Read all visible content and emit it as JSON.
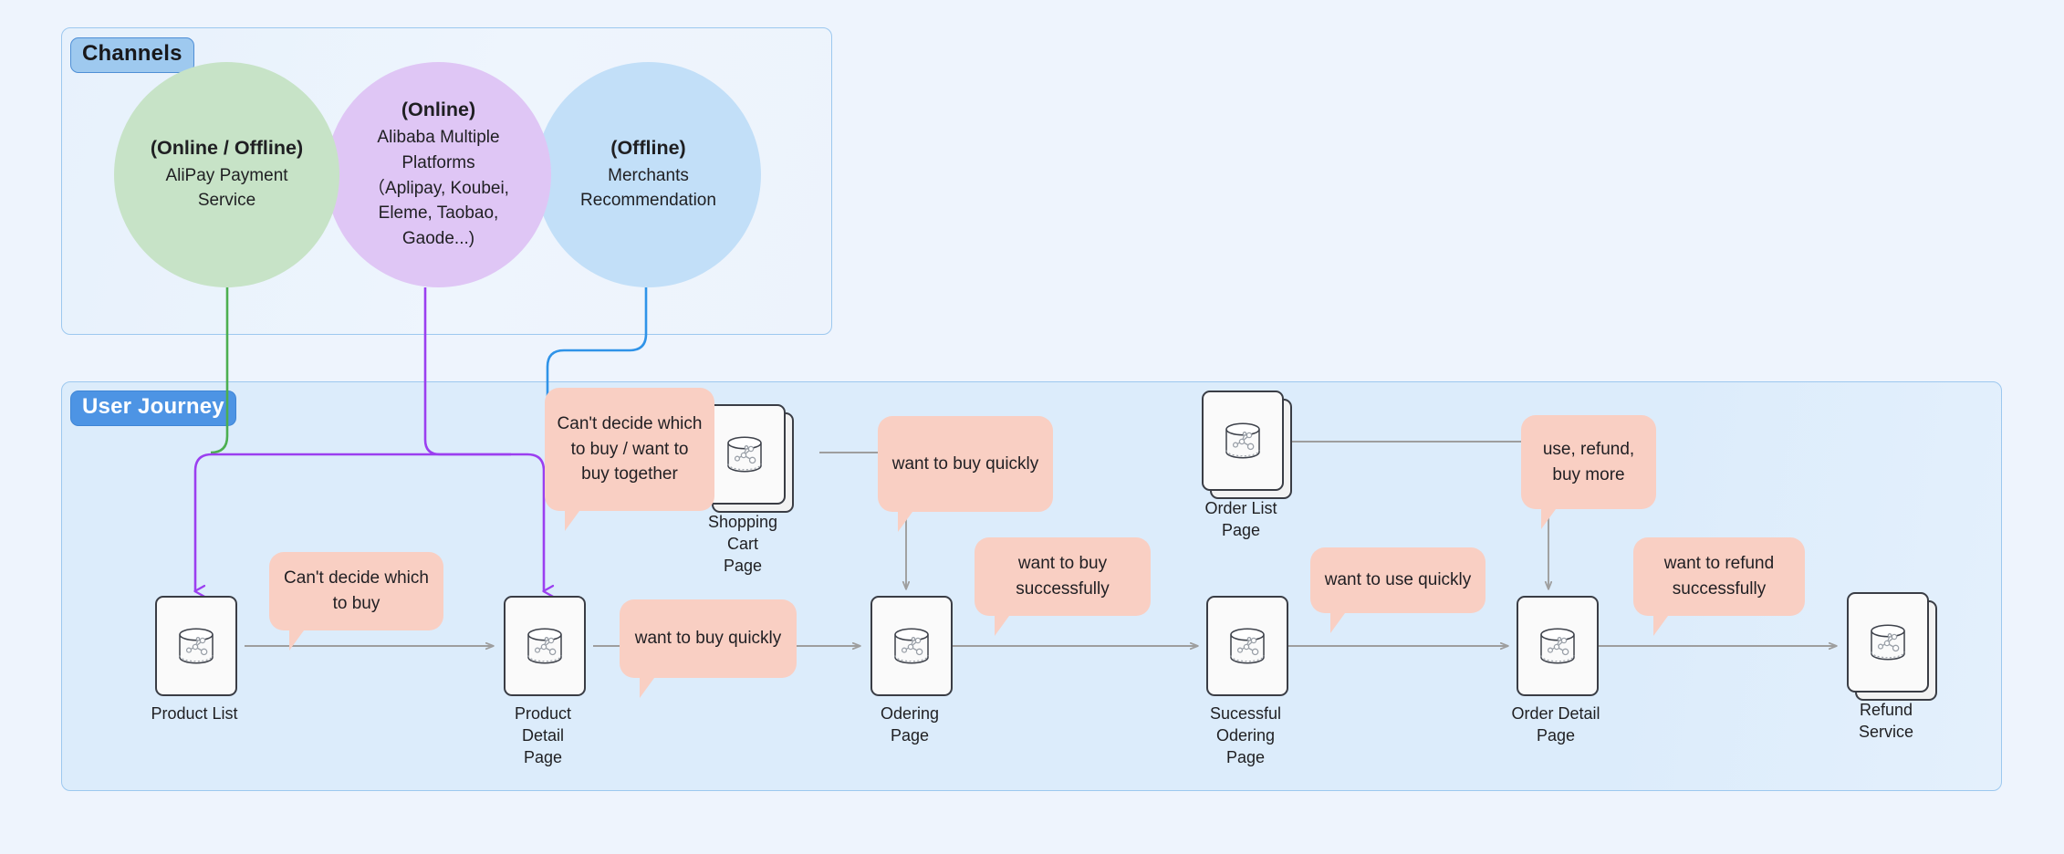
{
  "panels": {
    "channels": {
      "badge": "Channels"
    },
    "journey": {
      "badge": "User Journey"
    }
  },
  "channels": {
    "circles": [
      {
        "name": "alipay-payment-service",
        "title": "(Online / Offline)",
        "subtitle": "AliPay Payment Service",
        "color": "#c7e3c7"
      },
      {
        "name": "alibaba-multiple-platforms",
        "title": "(Online)",
        "subtitle": "Alibaba Multiple Platforms（Aplipay, Koubei, Eleme, Taobao, Gaode...)",
        "color": "#dfc6f5"
      },
      {
        "name": "merchants-recommendation",
        "title": "(Offline)",
        "subtitle": "Merchants Recommendation",
        "color": "#c2dff8"
      }
    ]
  },
  "journey": {
    "nodes": [
      {
        "name": "product-list",
        "label": "Product List",
        "stacked": false
      },
      {
        "name": "product-detail-page",
        "label": "Product Detail\nPage",
        "stacked": false
      },
      {
        "name": "odering-page",
        "label": "Odering Page",
        "stacked": false
      },
      {
        "name": "sucessful-odering-page",
        "label": "Sucessful\nOdering Page",
        "stacked": false
      },
      {
        "name": "order-detail-page",
        "label": "Order Detail Page",
        "stacked": false
      },
      {
        "name": "refund-service",
        "label": "Refund Service",
        "stacked": true
      },
      {
        "name": "shopping-cart-page",
        "label": "Shopping Cart\nPage",
        "stacked": true
      },
      {
        "name": "order-list-page",
        "label": "Order List Page",
        "stacked": true
      }
    ],
    "bubbles": [
      {
        "name": "bubble-cant-decide-which-to-buy",
        "text": "Can't decide which to buy"
      },
      {
        "name": "bubble-cant-decide-or-buy-together",
        "text": "Can't decide which to buy / want to buy together"
      },
      {
        "name": "bubble-want-to-buy-quickly-detail",
        "text": "want to buy quickly"
      },
      {
        "name": "bubble-want-to-buy-quickly-cart",
        "text": "want to buy quickly"
      },
      {
        "name": "bubble-want-to-buy-successfully",
        "text": "want to buy successfully"
      },
      {
        "name": "bubble-want-to-use-quickly",
        "text": "want to use quickly"
      },
      {
        "name": "bubble-use-refund-buy-more",
        "text": "use, refund, buy more"
      },
      {
        "name": "bubble-want-to-refund-successfully",
        "text": "want to refund successfully"
      }
    ]
  },
  "colors": {
    "panel_border": "#9dc8ef",
    "journey_bg": "#dcecfb",
    "channels_bg": "#eaf2fd",
    "bubble": "#f9cfc3",
    "link_green": "#4caf50",
    "link_purple": "#9b3ff0",
    "link_blue": "#2f93e8",
    "arrow_gray": "#9e9e9e",
    "node_stroke": "#3a3d45"
  },
  "icon": {
    "name": "database-network-icon"
  }
}
